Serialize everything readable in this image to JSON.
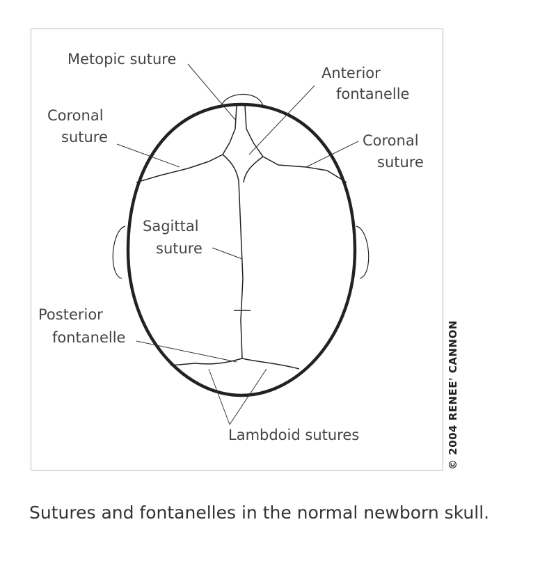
{
  "labels": {
    "metopic": "Metopic suture",
    "anterior_1": "Anterior",
    "anterior_2": "fontanelle",
    "coronal_left_1": "Coronal",
    "coronal_left_2": "suture",
    "coronal_right_1": "Coronal",
    "coronal_right_2": "suture",
    "sagittal_1": "Sagittal",
    "sagittal_2": "suture",
    "posterior_1": "Posterior",
    "posterior_2": "fontanelle",
    "lambdoid": "Lambdoid sutures"
  },
  "copyright": "© 2004 RENEE' CANNON",
  "caption": "Sutures and fontanelles in the normal newborn skull."
}
